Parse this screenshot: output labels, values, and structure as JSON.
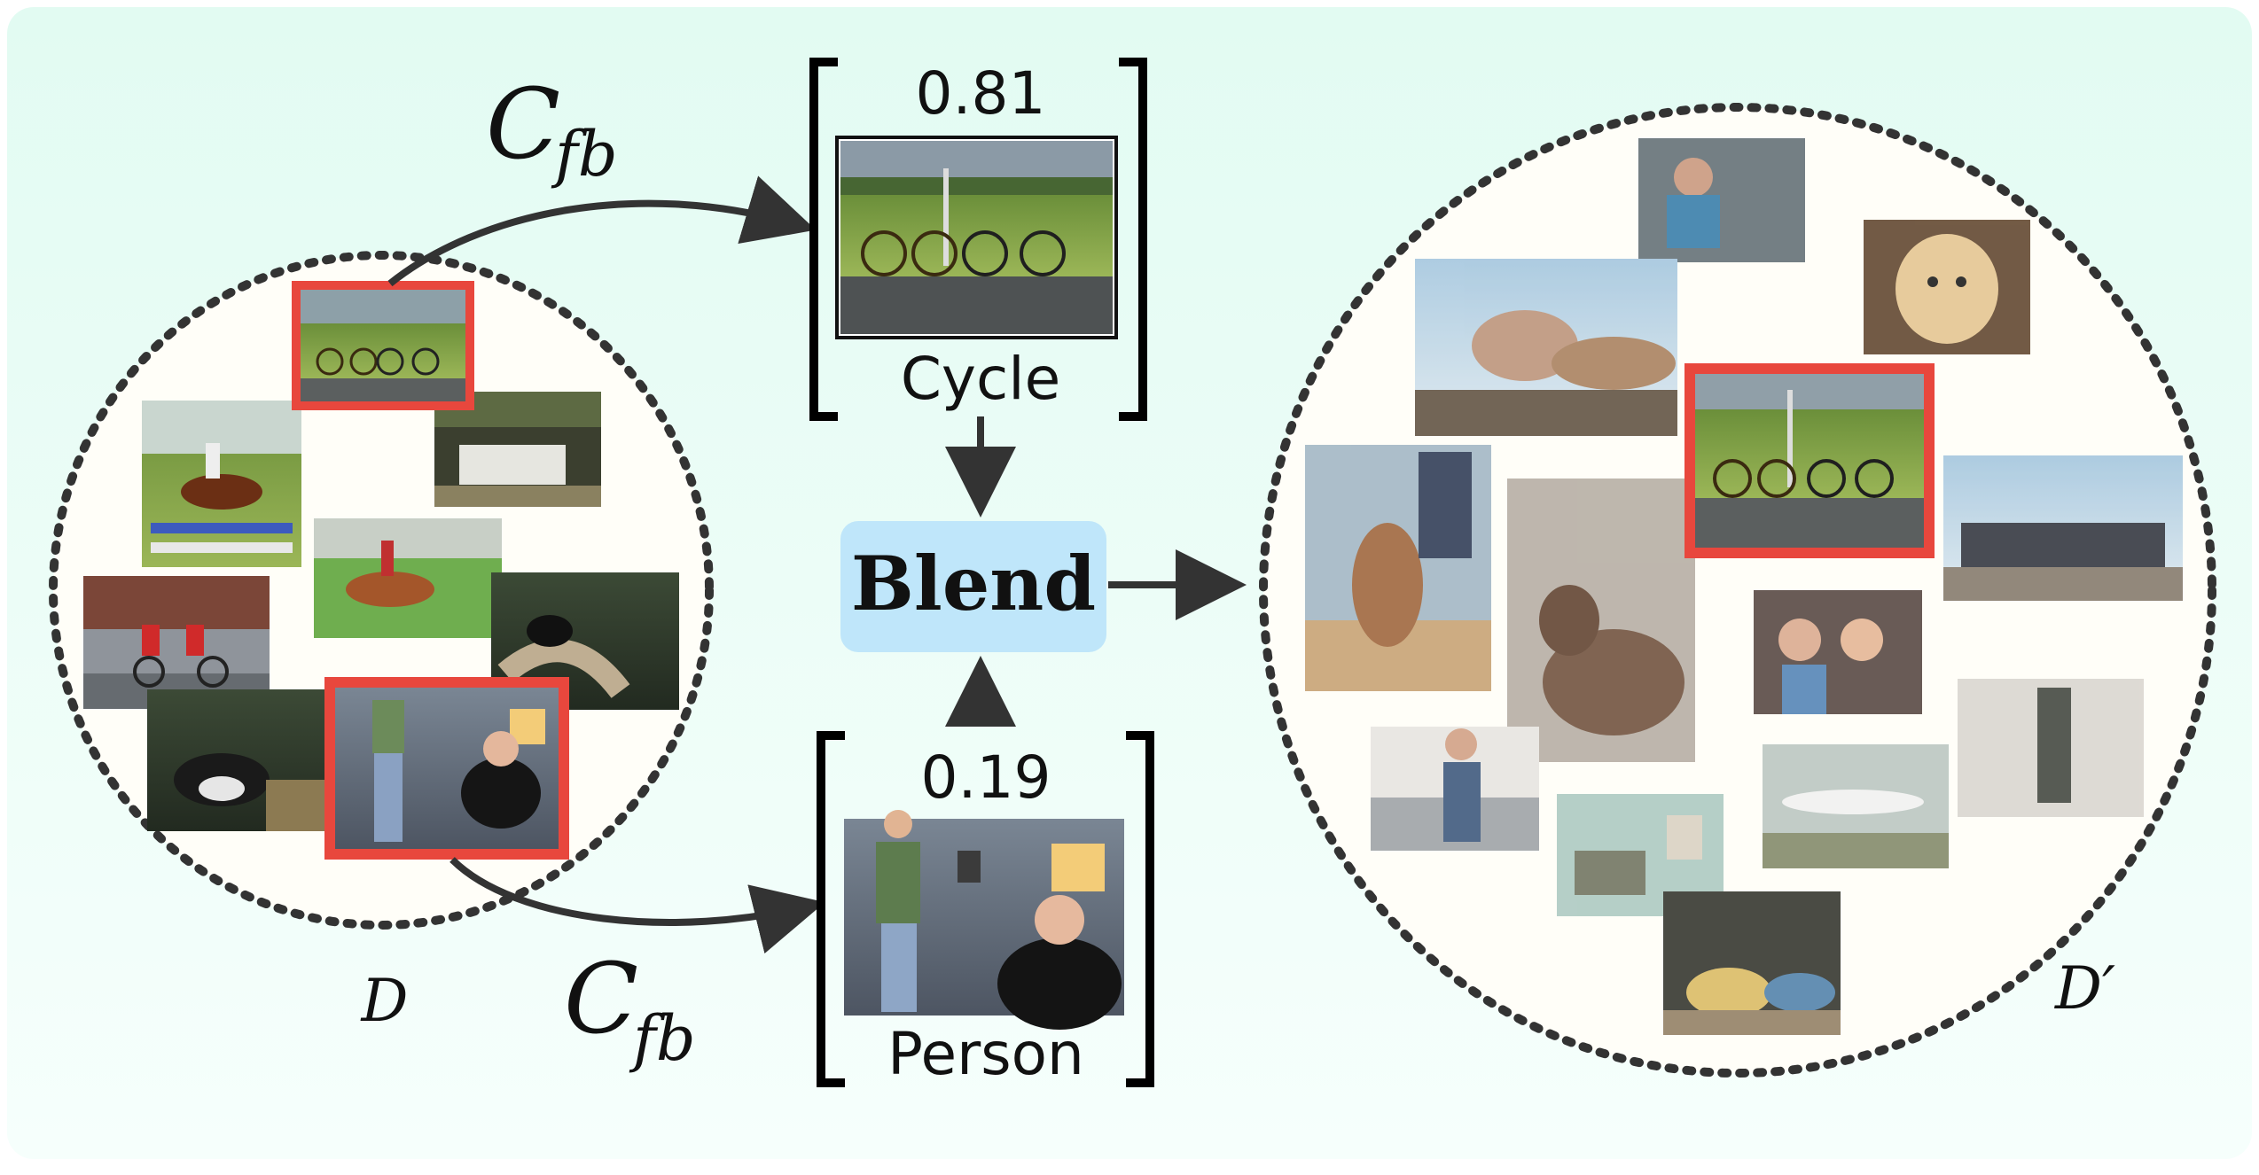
{
  "source": {
    "label": "D",
    "operator_top": {
      "symbol": "C",
      "subscript": "fb"
    },
    "operator_bottom": {
      "symbol": "C",
      "subscript": "fb"
    }
  },
  "top_branch": {
    "weight": "0.81",
    "class_label": "Cycle"
  },
  "bottom_branch": {
    "weight": "0.19",
    "class_label": "Person"
  },
  "blend": {
    "label": "Blend"
  },
  "target": {
    "label": "D′"
  },
  "colors": {
    "background": "#e6fbf4",
    "circle_fill": "#fffef8",
    "highlight": "#e8473d",
    "blend_box": "#bfe6fa",
    "arrow": "#333333",
    "bracket": "#000000"
  },
  "source_thumbnails": [
    {
      "name": "thumb-bicycles-selected"
    },
    {
      "name": "thumb-horse-show-jump"
    },
    {
      "name": "thumb-street-van"
    },
    {
      "name": "thumb-horse-race"
    },
    {
      "name": "thumb-tandem-bike"
    },
    {
      "name": "thumb-cat-branch"
    },
    {
      "name": "thumb-cat-forest"
    },
    {
      "name": "thumb-people-room-selected"
    }
  ],
  "target_thumbnails": [
    {
      "name": "thumb-man-workshop"
    },
    {
      "name": "thumb-bird-horse-blend"
    },
    {
      "name": "thumb-spaniel"
    },
    {
      "name": "thumb-bicycles-blended"
    },
    {
      "name": "thumb-dog-boat"
    },
    {
      "name": "thumb-dog-indoor-blend"
    },
    {
      "name": "thumb-train"
    },
    {
      "name": "thumb-couple"
    },
    {
      "name": "thumb-man-kitchen"
    },
    {
      "name": "thumb-bottle"
    },
    {
      "name": "thumb-airplane"
    },
    {
      "name": "thumb-living-room"
    },
    {
      "name": "thumb-food-bowls"
    }
  ]
}
